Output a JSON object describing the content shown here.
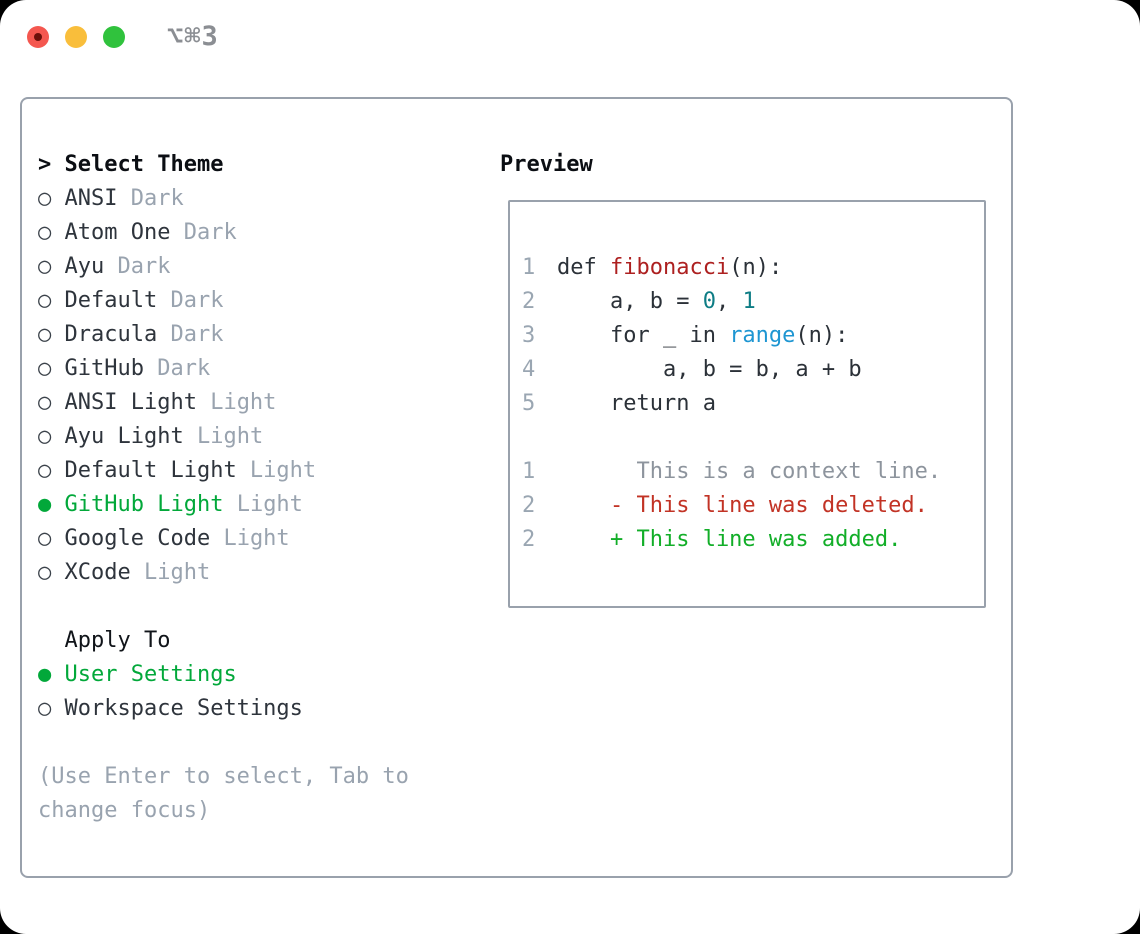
{
  "window": {
    "title": "⌥⌘3",
    "traffic_lights": [
      {
        "name": "close",
        "color": "#f4574f"
      },
      {
        "name": "minimize",
        "color": "#f9be3b"
      },
      {
        "name": "zoom",
        "color": "#30c23d"
      }
    ]
  },
  "glyphs": {
    "prompt": ">",
    "radio_unselected": "○",
    "radio_selected": "●"
  },
  "theme_picker": {
    "header": "Select Theme",
    "items": [
      {
        "name": "ANSI",
        "variant": "Dark",
        "selected": false
      },
      {
        "name": "Atom One",
        "variant": "Dark",
        "selected": false
      },
      {
        "name": "Ayu",
        "variant": "Dark",
        "selected": false
      },
      {
        "name": "Default",
        "variant": "Dark",
        "selected": false
      },
      {
        "name": "Dracula",
        "variant": "Dark",
        "selected": false
      },
      {
        "name": "GitHub",
        "variant": "Dark",
        "selected": false
      },
      {
        "name": "ANSI Light",
        "variant": "Light",
        "selected": false
      },
      {
        "name": "Ayu Light",
        "variant": "Light",
        "selected": false
      },
      {
        "name": "Default Light",
        "variant": "Light",
        "selected": false
      },
      {
        "name": "GitHub Light",
        "variant": "Light",
        "selected": true
      },
      {
        "name": "Google Code",
        "variant": "Light",
        "selected": false
      },
      {
        "name": "XCode",
        "variant": "Light",
        "selected": false
      }
    ],
    "apply_to": {
      "header": "Apply To",
      "options": [
        {
          "name": "User Settings",
          "selected": true
        },
        {
          "name": "Workspace Settings",
          "selected": false
        }
      ]
    },
    "help": [
      "(Use Enter to select, Tab to",
      "change focus)"
    ]
  },
  "preview": {
    "title": "Preview",
    "code_lines": [
      {
        "kind": "code",
        "number": "1",
        "tokens": [
          {
            "text": "def ",
            "color": "code"
          },
          {
            "text": "fibonacci",
            "color": "function"
          },
          {
            "text": "(n):",
            "color": "code"
          }
        ]
      },
      {
        "kind": "code",
        "number": "2",
        "tokens": [
          {
            "text": "    a, b = ",
            "color": "code"
          },
          {
            "text": "0",
            "color": "number"
          },
          {
            "text": ", ",
            "color": "code"
          },
          {
            "text": "1",
            "color": "number"
          }
        ]
      },
      {
        "kind": "code",
        "number": "3",
        "tokens": [
          {
            "text": "    for _ in ",
            "color": "code"
          },
          {
            "text": "range",
            "color": "builtin"
          },
          {
            "text": "(n):",
            "color": "code"
          }
        ]
      },
      {
        "kind": "code",
        "number": "4",
        "tokens": [
          {
            "text": "        a, b = b, a + b",
            "color": "code"
          }
        ]
      },
      {
        "kind": "code",
        "number": "5",
        "tokens": [
          {
            "text": "    return a",
            "color": "code"
          }
        ]
      },
      {
        "kind": "blank",
        "number": "",
        "tokens": []
      },
      {
        "kind": "context",
        "number": "1",
        "tokens": [
          {
            "text": "      This is a context line.",
            "color": "context"
          }
        ]
      },
      {
        "kind": "deleted",
        "number": "2",
        "tokens": [
          {
            "text": "    - This line was deleted.",
            "color": "deleted"
          }
        ]
      },
      {
        "kind": "added",
        "number": "2",
        "tokens": [
          {
            "text": "    + This line was added.",
            "color": "added"
          }
        ]
      }
    ]
  },
  "colors": {
    "code": "#2b3138",
    "function": "#ad2020",
    "number": "#0e7d85",
    "builtin": "#1e96d2",
    "context": "#8d949d",
    "deleted": "#c23325",
    "added": "#12ae28",
    "selected_green": "#02a83a",
    "item_text": "#2e343c",
    "variant_gray": "#99a3af",
    "marker_dark": "#3b424a",
    "line_number": "#9aa6b2",
    "help_gray": "#99a3af",
    "panel_border": "#99a1ac",
    "title_gray": "#8b8e93"
  }
}
